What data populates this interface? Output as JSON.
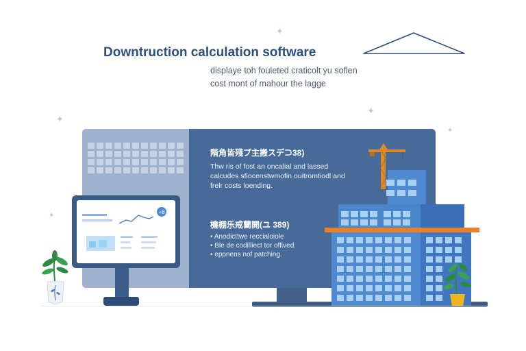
{
  "header": {
    "title": "Downtruction calculation software",
    "subtitle_line1": "displaye toh fouleted craticolt yu soflen",
    "subtitle_line2": "cost mont of mahour the lagge"
  },
  "panel": {
    "heading1": "階角皆殘プ主搬スデ⊃38)",
    "paragraph1_line1": "Thw ris of fost an oncalial and lassed",
    "paragraph1_line2": "calcudes sfiocenstwmofin ouitromtiodl and",
    "paragraph1_line3": "frelr costs loending.",
    "heading2": "機棚乐戒蘭開(ユ 389)",
    "bullets": [
      "Anodicttwe reccialoiole",
      "Ble de codilliect tor offived.",
      "eppnens nof patching."
    ]
  },
  "tablet": {
    "badge": "+8"
  },
  "colors": {
    "title": "#2c4f7c",
    "monitor": "#476a98",
    "monitor_left": "#9eb2cd",
    "building": "#4f8ad0",
    "building_window": "#a7d0f2",
    "accent_orange": "#e9812b",
    "crane": "#d98a2a",
    "plant_green": "#2e8a43",
    "pot_yellow": "#f0b41d"
  },
  "icons": [
    "sparkle-icon",
    "roof-outline-icon",
    "crane-icon",
    "plant-icon",
    "chart-badge-icon"
  ]
}
